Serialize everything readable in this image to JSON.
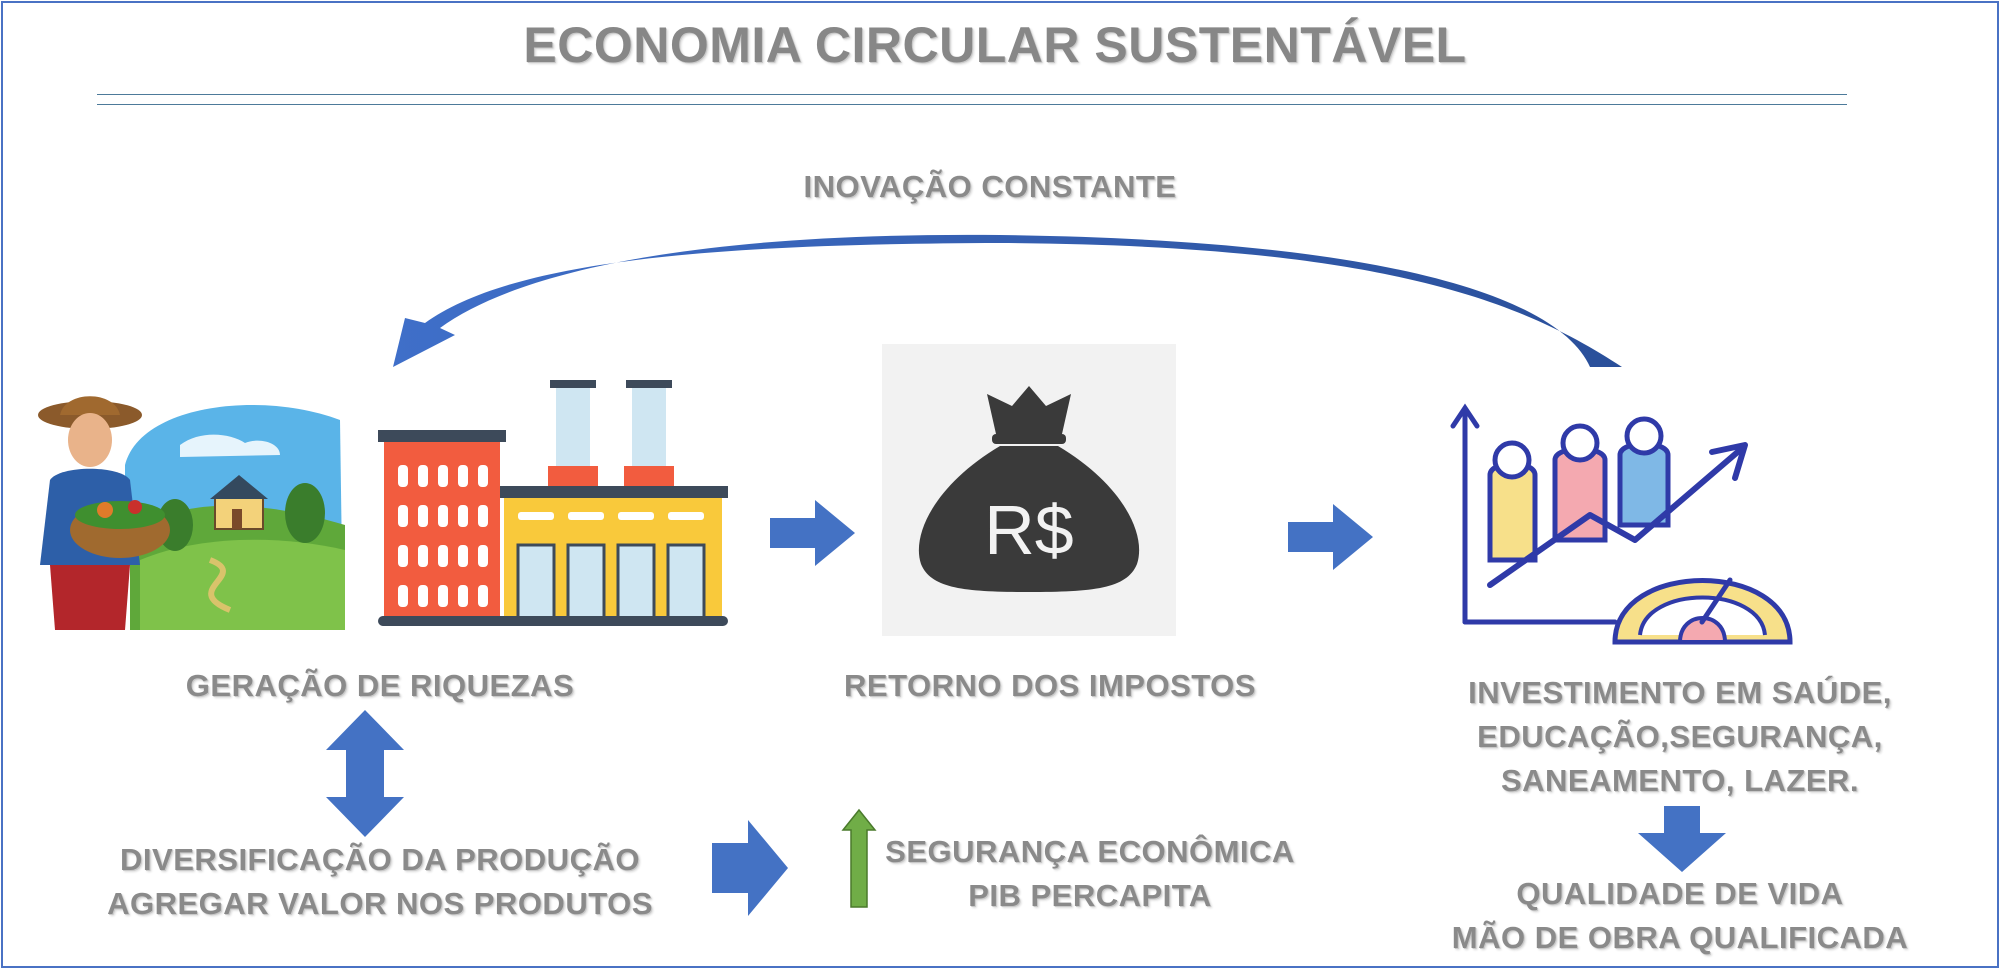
{
  "title": "ECONOMIA CIRCULAR SUSTENTÁVEL",
  "loop_label": "INOVAÇÃO CONSTANTE",
  "stages": {
    "wealth": "GERAÇÃO DE RIQUEZAS",
    "taxes": "RETORNO DOS IMPOSTOS",
    "investment": {
      "line1": "INVESTIMENTO EM SAÚDE,",
      "line2": "EDUCAÇÃO,SEGURANÇA,",
      "line3": "SANEAMENTO, LAZER."
    }
  },
  "diversification": {
    "line1": "DIVERSIFICAÇÃO DA PRODUÇÃO",
    "line2": "AGREGAR VALOR NOS PRODUTOS"
  },
  "security": {
    "line1": "SEGURANÇA ECONÔMICA",
    "line2": "PIB PERCAPITA"
  },
  "quality": {
    "line1": "QUALIDADE DE VIDA",
    "line2": "MÃO DE OBRA QUALIFICADA"
  },
  "money_bag_symbol": "R$",
  "icons": [
    "farmer-icon",
    "factory-icon",
    "money-bag-icon",
    "growth-chart-icon"
  ],
  "colors": {
    "arrow_blue": "#4472c4",
    "arrow_green": "#70ad47",
    "text_gray": "#8a8a8a",
    "frame_blue": "#4a72c4"
  }
}
